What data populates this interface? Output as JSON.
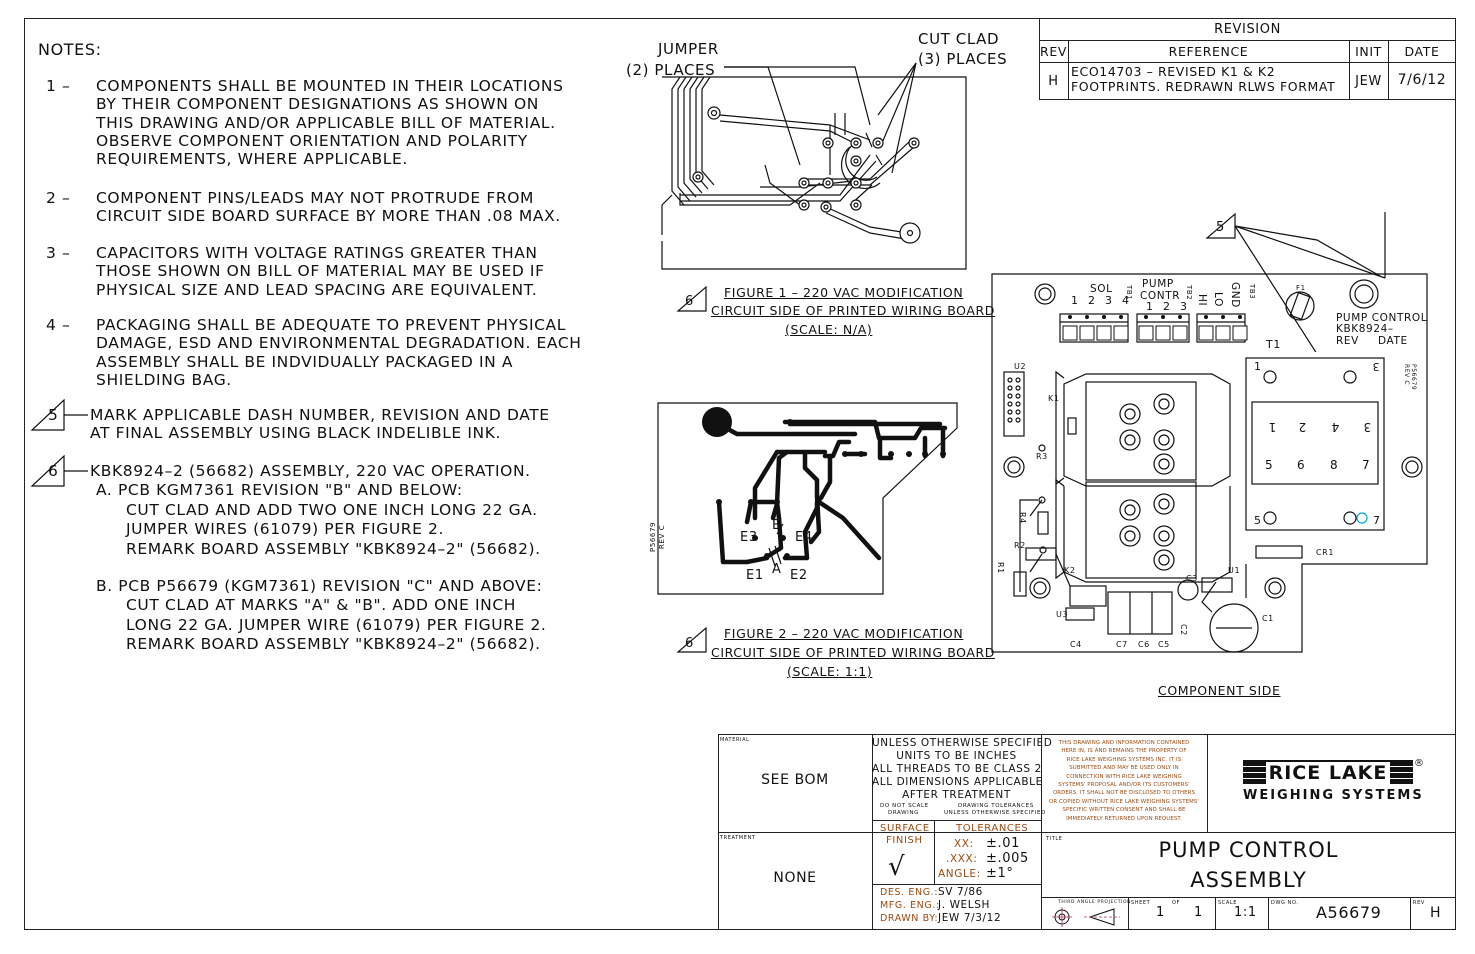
{
  "notes": {
    "title": "NOTES:",
    "items": [
      {
        "num": "1 –",
        "lines": [
          "COMPONENTS SHALL BE MOUNTED IN THEIR LOCATIONS",
          "BY THEIR COMPONENT DESIGNATIONS AS SHOWN ON",
          "THIS DRAWING AND/OR APPLICABLE BILL OF MATERIAL.",
          "OBSERVE COMPONENT ORIENTATION AND POLARITY",
          "REQUIREMENTS, WHERE APPLICABLE."
        ]
      },
      {
        "num": "2 –",
        "lines": [
          "COMPONENT PINS/LEADS MAY NOT PROTRUDE FROM",
          "CIRCUIT SIDE BOARD SURFACE BY MORE THAN .08 MAX."
        ]
      },
      {
        "num": "3 –",
        "lines": [
          "CAPACITORS WITH VOLTAGE RATINGS GREATER THAN",
          "THOSE SHOWN ON BILL OF MATERIAL MAY BE USED IF",
          "PHYSICAL SIZE AND LEAD SPACING ARE EQUIVALENT."
        ]
      },
      {
        "num": "4 –",
        "lines": [
          "PACKAGING SHALL BE ADEQUATE TO PREVENT PHYSICAL",
          "DAMAGE, ESD AND ENVIRONMENTAL DEGRADATION. EACH",
          "ASSEMBLY SHALL BE INDVIDUALLY PACKAGED IN A",
          "SHIELDING BAG."
        ]
      },
      {
        "num": "5",
        "lines": [
          "MARK APPLICABLE DASH NUMBER, REVISION AND DATE",
          "AT FINAL ASSEMBLY USING BLACK INDELIBLE INK."
        ]
      },
      {
        "num": "6",
        "lines": [
          "KBK8924–2 (56682) ASSEMBLY, 220 VAC OPERATION.",
          "A. PCB KGM7361 REVISION \"B\" AND BELOW:",
          "CUT CLAD AND ADD TWO ONE INCH LONG 22 GA.",
          "JUMPER WIRES (61079) PER FIGURE 2.",
          "REMARK BOARD ASSEMBLY \"KBK8924–2\" (56682).",
          "B. PCB P56679 (KGM7361) REVISION \"C\" AND ABOVE:",
          "CUT CLAD AT MARKS \"A\" & \"B\". ADD ONE INCH",
          "LONG 22 GA. JUMPER WIRE (61079) PER FIGURE 2.",
          "REMARK BOARD ASSEMBLY \"KBK8924–2\" (56682)."
        ]
      }
    ]
  },
  "figure1": {
    "jumper_label": [
      "JUMPER",
      "(2) PLACES"
    ],
    "cut_clad_label": [
      "CUT CLAD",
      "(3) PLACES"
    ],
    "flag": "6",
    "caption": [
      "FIGURE 1 – 220 VAC MODIFICATION",
      "CIRCUIT SIDE OF PRINTED WIRING BOARD",
      "(SCALE: N/A)"
    ]
  },
  "figure2": {
    "labels": {
      "b": "B",
      "a": "A",
      "e1": "E1",
      "e2": "E2",
      "e3": "E3",
      "e4": "E4",
      "board": "P56679",
      "rev": "REV C"
    },
    "flag": "6",
    "caption": [
      "FIGURE 2 – 220 VAC MODIFICATION",
      "CIRCUIT SIDE OF PRINTED WIRING BOARD",
      "(SCALE: 1:1)"
    ]
  },
  "component_side": {
    "caption": "COMPONENT SIDE",
    "flag": "5",
    "labels": {
      "sol": "SOL",
      "pump": "PUMP",
      "contr": "CONTR",
      "hi": "HI",
      "lo": "LO",
      "gnd": "GND",
      "tb1": "TB1",
      "tb2": "TB2",
      "tb3": "TB3",
      "f1": "F1",
      "t1": "T1",
      "sol_pins": [
        "1",
        "2",
        "3",
        "4"
      ],
      "contr_pins": [
        "1",
        "2",
        "3"
      ],
      "pump_control": "PUMP CONTROL",
      "kbk": "KBK8924–",
      "rev": "REV",
      "date": "DATE",
      "board": "P56679",
      "board_rev": "REV C",
      "u2": "U2",
      "k1": "K1",
      "k2": "K2",
      "r1": "R1",
      "r2": "R2",
      "r3": "R3",
      "r4": "R4",
      "u1": "U1",
      "u3": "U3",
      "c1": "C1",
      "c2": "C2",
      "c3": "C3",
      "c4": "C4",
      "cr1": "CR1",
      "c5": "C5",
      "c6": "C6",
      "c7": "C7",
      "t1_pins_top": [
        "1",
        "2",
        "4",
        "3"
      ],
      "t1_pins_bottom": [
        "5",
        "6",
        "8",
        "7"
      ],
      "t1_corner_1": "1",
      "t1_corner_3": "3",
      "t1_corner_5": "5",
      "t1_corner_7": "7"
    }
  },
  "revision": {
    "title": "REVISION",
    "headers": [
      "REV",
      "REFERENCE",
      "INIT",
      "DATE"
    ],
    "row": {
      "rev": "H",
      "reference": [
        "ECO14703 – REVISED K1 & K2",
        "FOOTPRINTS. REDRAWN RLWS FORMAT"
      ],
      "init": "JEW",
      "date": "7/6/12"
    }
  },
  "title_block": {
    "material_label": "MATERIAL",
    "material_value": "SEE BOM",
    "treatment_label": "TREATMENT",
    "treatment_value": "NONE",
    "unless": [
      "UNLESS OTHERWISE SPECIFIED",
      "UNITS TO BE INCHES",
      "ALL THREADS TO BE CLASS 2",
      "ALL DIMENSIONS APPLICABLE",
      "AFTER TREATMENT"
    ],
    "do_not_scale": [
      "DO NOT SCALE",
      "DRAWING"
    ],
    "drawing_tol": [
      "DRAWING TOLERANCES",
      "UNLESS OTHERWISE SPECIFIED"
    ],
    "surface": [
      "SURFACE",
      "FINISH"
    ],
    "check": "√",
    "tolerances": "TOLERANCES",
    "tol_rows": [
      [
        "XX:",
        "±.01"
      ],
      [
        ".XXX:",
        "±.005"
      ],
      [
        "ANGLE:",
        "±1°"
      ]
    ],
    "des_eng_label": "DES. ENG.:",
    "des_eng": "SV 7/86",
    "mfg_eng_label": "MFG. ENG.:",
    "mfg_eng": "J. WELSH",
    "drawn_by_label": "DRAWN BY:",
    "drawn_by": "JEW 7/3/12",
    "proprietary": [
      "THIS DRAWING AND INFORMATION CONTAINED",
      "HERE IN, IS AND REMAINS THE PROPERTY OF",
      "RICE LAKE WEIGHING SYSTEMS INC. IT IS",
      "SUBMITTED AND MAY BE USED ONLY IN",
      "CONNECTION WITH RICE LAKE WEIGHING",
      "SYSTEMS' PROPOSAL AND/OR ITS CUSTOMERS'",
      "ORDERS. IT SHALL NOT BE DISCLOSED TO OTHERS",
      "OR COPIED WITHOUT RICE LAKE WEIGHING SYSTEMS'",
      "SPECIFIC WRITTEN CONSENT AND SHALL BE",
      "IMMEDIATELY RETURNED UPON REQUEST."
    ],
    "logo_top": "RICE LAKE",
    "logo_reg": "®",
    "logo_bottom": "WEIGHING SYSTEMS",
    "title_label": "TITLE",
    "title": [
      "PUMP CONTROL",
      "ASSEMBLY"
    ],
    "projection_label": "THIRD ANGLE PROJECTION",
    "sheet_label": "SHEET",
    "sheet": "1",
    "of_label": "OF",
    "of": "1",
    "scale_label": "SCALE",
    "scale": "1:1",
    "dwg_label": "DWG NO.",
    "dwg": "A56679",
    "rev_label": "REV",
    "rev": "H"
  },
  "colors": {
    "ink": "#111111",
    "orange": "#9a4a10",
    "cyan": "#00a8d8"
  }
}
